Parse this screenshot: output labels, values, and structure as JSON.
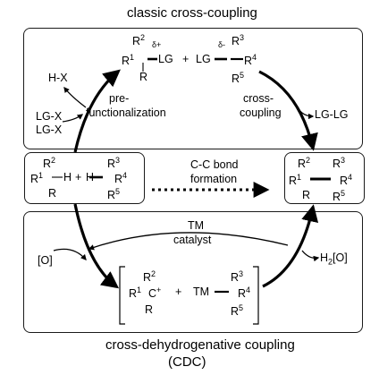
{
  "title_top": "classic cross-coupling",
  "title_bottom_line1": "cross-dehydrogenative coupling",
  "title_bottom_line2": "(CDC)",
  "top": {
    "byproduct": "H-X",
    "reagent_line1": "LG-X",
    "reagent_line2": "LG-X",
    "step1_line1": "pre-",
    "step1_line2": "functionalization",
    "step2_line1": "cross-",
    "step2_line2": "coupling",
    "byproduct2": "LG-LG",
    "delta_plus": "δ+",
    "delta_minus": "δ-",
    "lg1": "LG",
    "lg2": "LG",
    "plus": "+"
  },
  "middle": {
    "label_line1": "C-C bond",
    "label_line2": "formation",
    "plus": "+",
    "H": "H"
  },
  "bottom": {
    "catalyst_line1": "TM",
    "catalyst_line2": "catalyst",
    "oxidant": "[O]",
    "byproduct": "H",
    "byproduct_sub": "2",
    "byproduct_rest": "[O]",
    "carbocation": "C",
    "charge": "+",
    "tm": "TM",
    "plus": "+"
  },
  "subst": {
    "R": "R",
    "R1": "1",
    "R2": "2",
    "R3": "3",
    "R4": "4",
    "R5": "5"
  }
}
